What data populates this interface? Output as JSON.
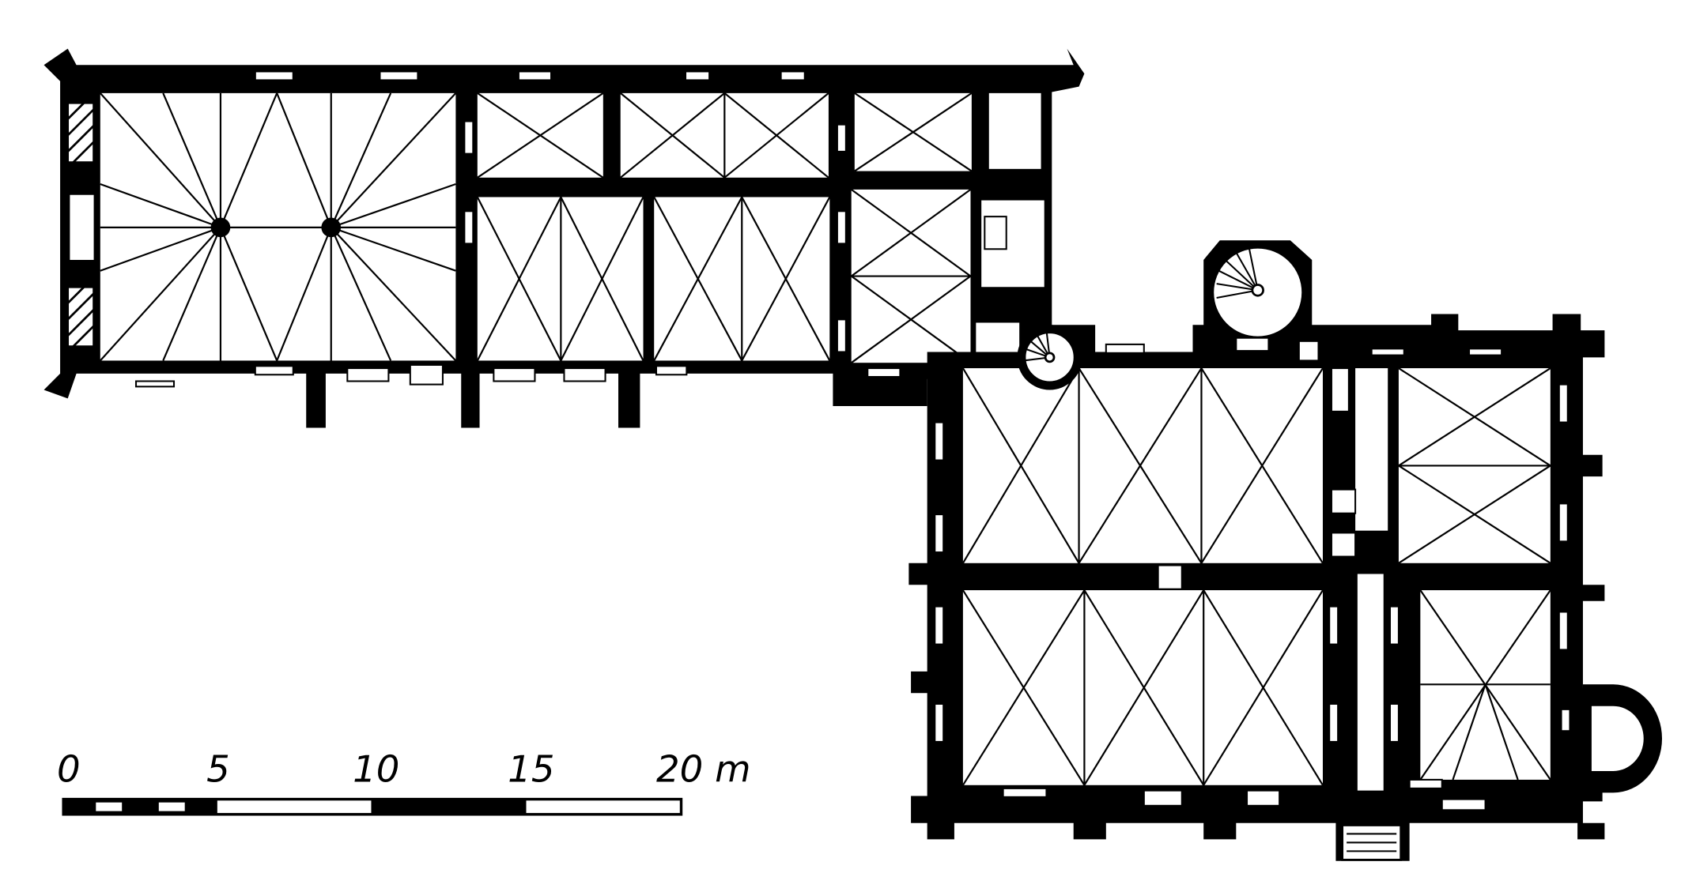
{
  "scale_bar": {
    "labels": [
      "0",
      "5",
      "10",
      "15",
      "20 m"
    ],
    "values": [
      0,
      5,
      10,
      15,
      20
    ],
    "unit": "m"
  },
  "colors": {
    "ink": "#000000",
    "paper": "#ffffff"
  }
}
